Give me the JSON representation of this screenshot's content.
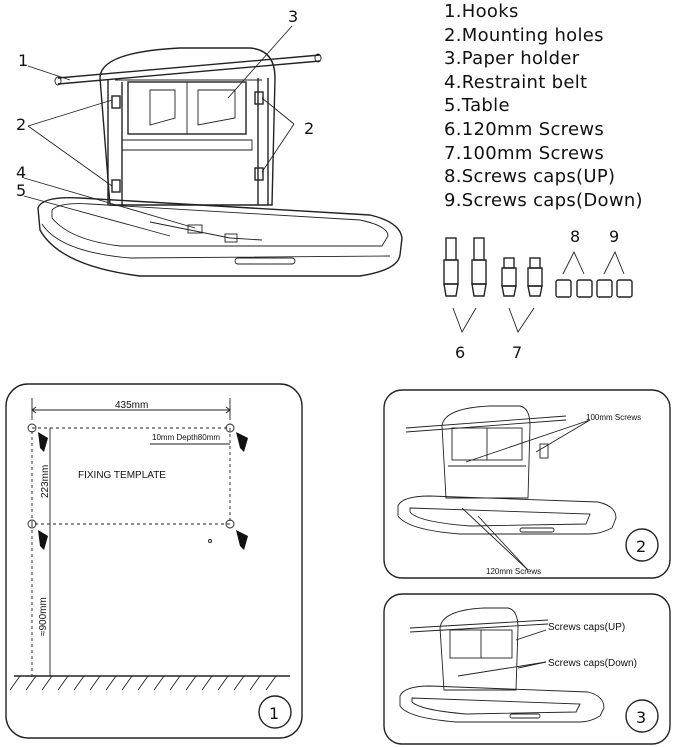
{
  "legend": [
    "1.Hooks",
    "2.Mounting holes",
    "3.Paper holder",
    "4.Restraint belt",
    "5.Table",
    "6.120mm Screws",
    "7.100mm Screws",
    "8.Screws caps(UP)",
    "9.Screws caps(Down)"
  ],
  "callouts": {
    "c1": "1",
    "c2a": "2",
    "c2b": "2",
    "c3": "3",
    "c4": "4",
    "c5": "5",
    "c6": "6",
    "c7": "7",
    "c8": "8",
    "c9": "9"
  },
  "template": {
    "width_label": "435mm",
    "depth_label": "10mm Depth80mm",
    "title": "FIXING TEMPLATE",
    "height_label": "223mm",
    "floor_label": "≈900mm",
    "step": "1"
  },
  "step2": {
    "label_100": "100mm Screws",
    "label_120": "120mm Screws",
    "step": "2"
  },
  "step3": {
    "label_up": "Screws caps(UP)",
    "label_down": "Screws caps(Down)",
    "step": "3"
  }
}
